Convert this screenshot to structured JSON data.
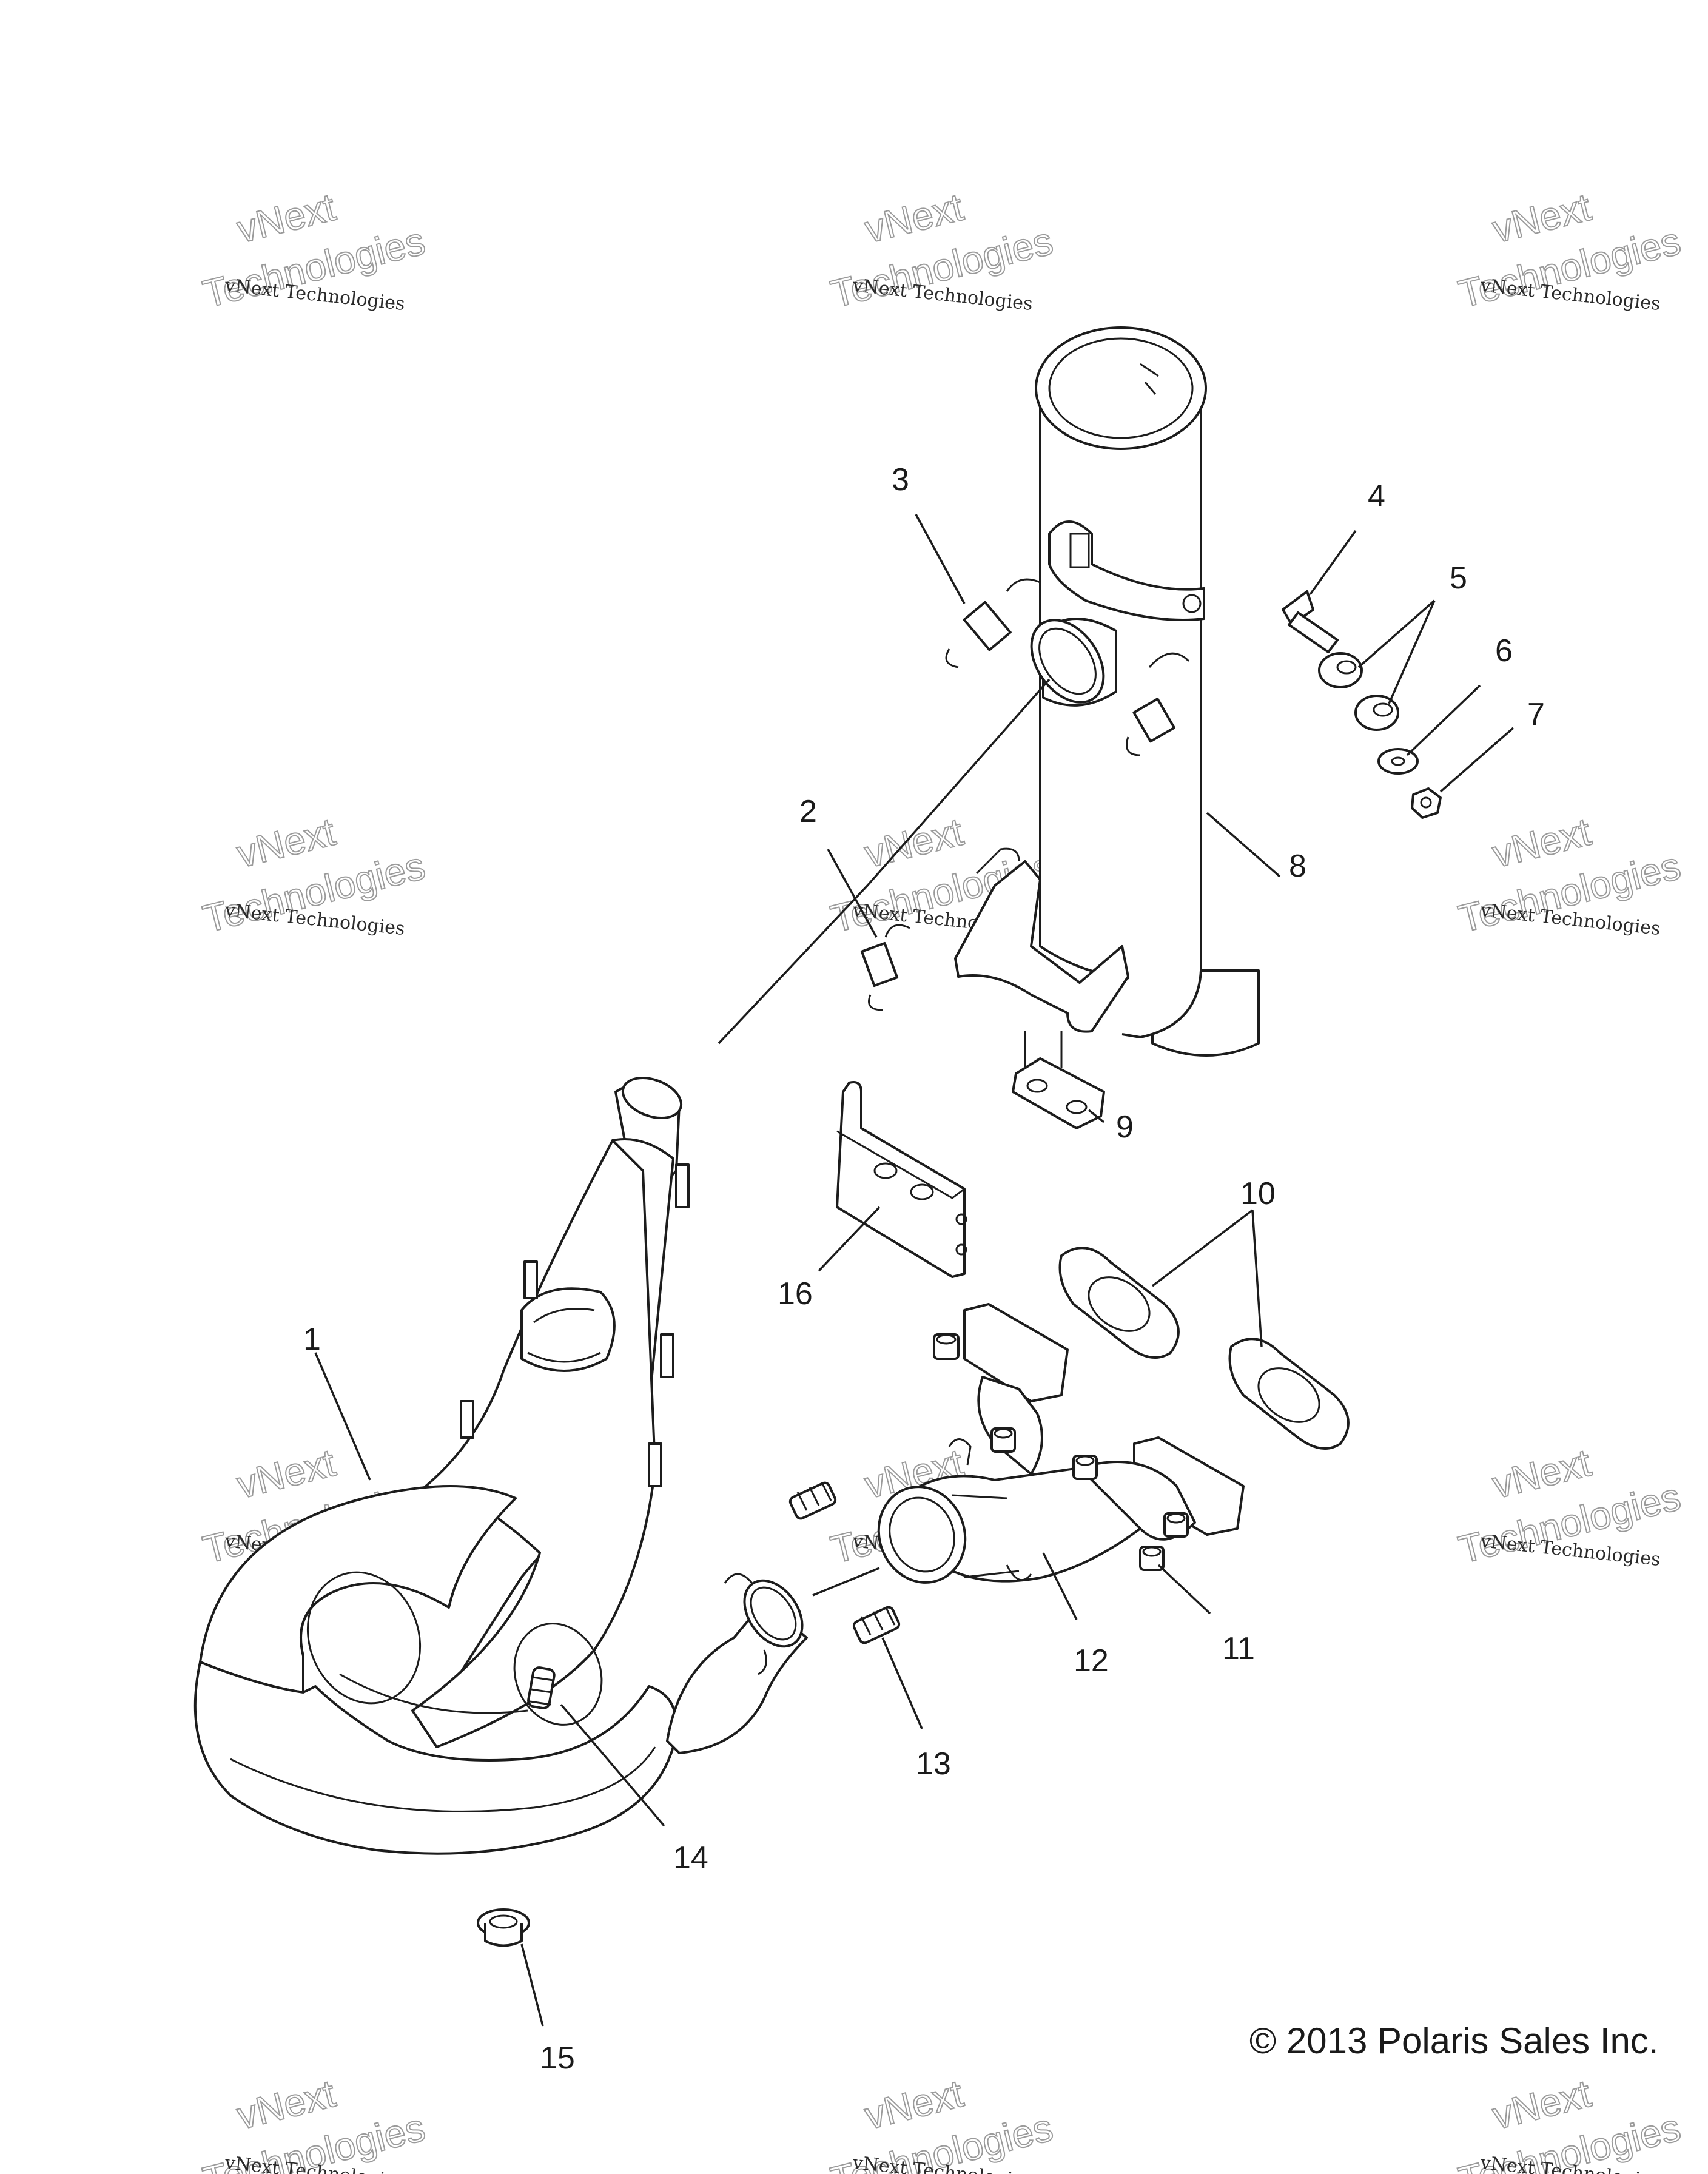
{
  "watermark": {
    "line1": "vNext Technologies",
    "line2": "vNext",
    "line3": "Technologies"
  },
  "callouts": [
    "1",
    "2",
    "3",
    "4",
    "5",
    "6",
    "7",
    "8",
    "9",
    "10",
    "11",
    "12",
    "13",
    "14",
    "15",
    "16"
  ],
  "copyright": "© 2013 Polaris Sales Inc."
}
